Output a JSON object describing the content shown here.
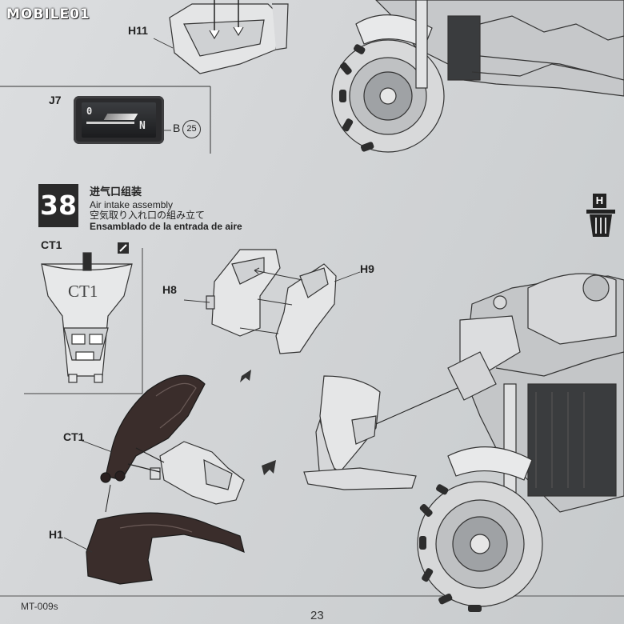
{
  "header": {
    "logo": "MOBILE01"
  },
  "labels": {
    "h11": "H11",
    "j7": "J7",
    "ct1_top": "CT1",
    "ct1_engraved": "CT1",
    "ct1_mid": "CT1",
    "h8": "H8",
    "h9": "H9",
    "h1": "H1",
    "b_ref": "B",
    "b_ref_num": "25",
    "h_icon": "H"
  },
  "step": {
    "number": "38",
    "title_zh": "进气口组装",
    "title_en": "Air intake assembly",
    "title_ja": "空気取り入れ口の組み立て",
    "title_es": "Ensamblado de la entrada de aire"
  },
  "dash_display": {
    "speed": "0",
    "gear": "N"
  },
  "footer": {
    "code": "MT-009s",
    "page": "23"
  },
  "colors": {
    "dark_part": "#3a2d2b",
    "ink": "#1d1d1d",
    "paper": "#d6d8da",
    "part_fill": "#e6e7e8"
  }
}
